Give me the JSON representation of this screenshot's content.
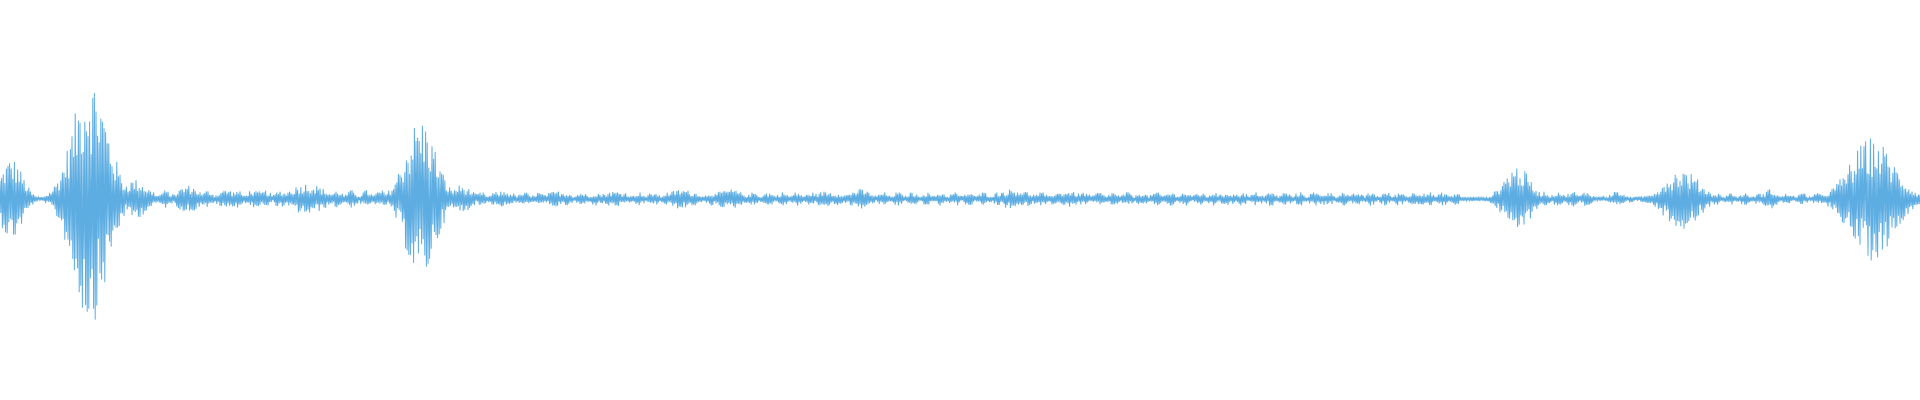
{
  "waveform": {
    "color": "#5dade2",
    "background": "#ffffff",
    "baseline_amplitude": 0.012,
    "bursts": [
      {
        "position": 0.006,
        "width": 0.01,
        "amplitude": 0.21
      },
      {
        "position": 0.047,
        "width": 0.016,
        "amplitude": 0.63
      },
      {
        "position": 0.07,
        "width": 0.012,
        "amplitude": 0.1
      },
      {
        "position": 0.098,
        "width": 0.01,
        "amplitude": 0.07
      },
      {
        "position": 0.118,
        "width": 0.008,
        "amplitude": 0.05
      },
      {
        "position": 0.134,
        "width": 0.008,
        "amplitude": 0.04
      },
      {
        "position": 0.16,
        "width": 0.016,
        "amplitude": 0.08
      },
      {
        "position": 0.219,
        "width": 0.014,
        "amplitude": 0.41
      },
      {
        "position": 0.24,
        "width": 0.01,
        "amplitude": 0.07
      },
      {
        "position": 0.262,
        "width": 0.01,
        "amplitude": 0.04
      },
      {
        "position": 0.29,
        "width": 0.01,
        "amplitude": 0.04
      },
      {
        "position": 0.32,
        "width": 0.012,
        "amplitude": 0.04
      },
      {
        "position": 0.355,
        "width": 0.012,
        "amplitude": 0.05
      },
      {
        "position": 0.38,
        "width": 0.012,
        "amplitude": 0.05
      },
      {
        "position": 0.43,
        "width": 0.01,
        "amplitude": 0.04
      },
      {
        "position": 0.448,
        "width": 0.01,
        "amplitude": 0.05
      },
      {
        "position": 0.528,
        "width": 0.016,
        "amplitude": 0.05
      },
      {
        "position": 0.556,
        "width": 0.012,
        "amplitude": 0.04
      },
      {
        "position": 0.61,
        "width": 0.008,
        "amplitude": 0.03
      },
      {
        "position": 0.64,
        "width": 0.01,
        "amplitude": 0.03
      },
      {
        "position": 0.69,
        "width": 0.01,
        "amplitude": 0.03
      },
      {
        "position": 0.74,
        "width": 0.006,
        "amplitude": 0.04
      },
      {
        "position": 0.79,
        "width": 0.012,
        "amplitude": 0.17
      },
      {
        "position": 0.842,
        "width": 0.006,
        "amplitude": 0.04
      },
      {
        "position": 0.876,
        "width": 0.016,
        "amplitude": 0.15
      },
      {
        "position": 0.922,
        "width": 0.006,
        "amplitude": 0.05
      },
      {
        "position": 0.975,
        "width": 0.02,
        "amplitude": 0.31
      }
    ],
    "sparse_regions": [
      {
        "start": 0.0,
        "end": 0.0,
        "level": 0.0
      }
    ],
    "noise_regions": [
      {
        "start": 0.06,
        "end": 0.206,
        "level": 0.045
      },
      {
        "start": 0.227,
        "end": 0.76,
        "level": 0.035
      },
      {
        "start": 0.76,
        "end": 0.8,
        "level": 0.012
      },
      {
        "start": 0.8,
        "end": 0.83,
        "level": 0.04
      },
      {
        "start": 0.83,
        "end": 0.87,
        "level": 0.018
      },
      {
        "start": 0.885,
        "end": 0.97,
        "level": 0.03
      }
    ]
  }
}
